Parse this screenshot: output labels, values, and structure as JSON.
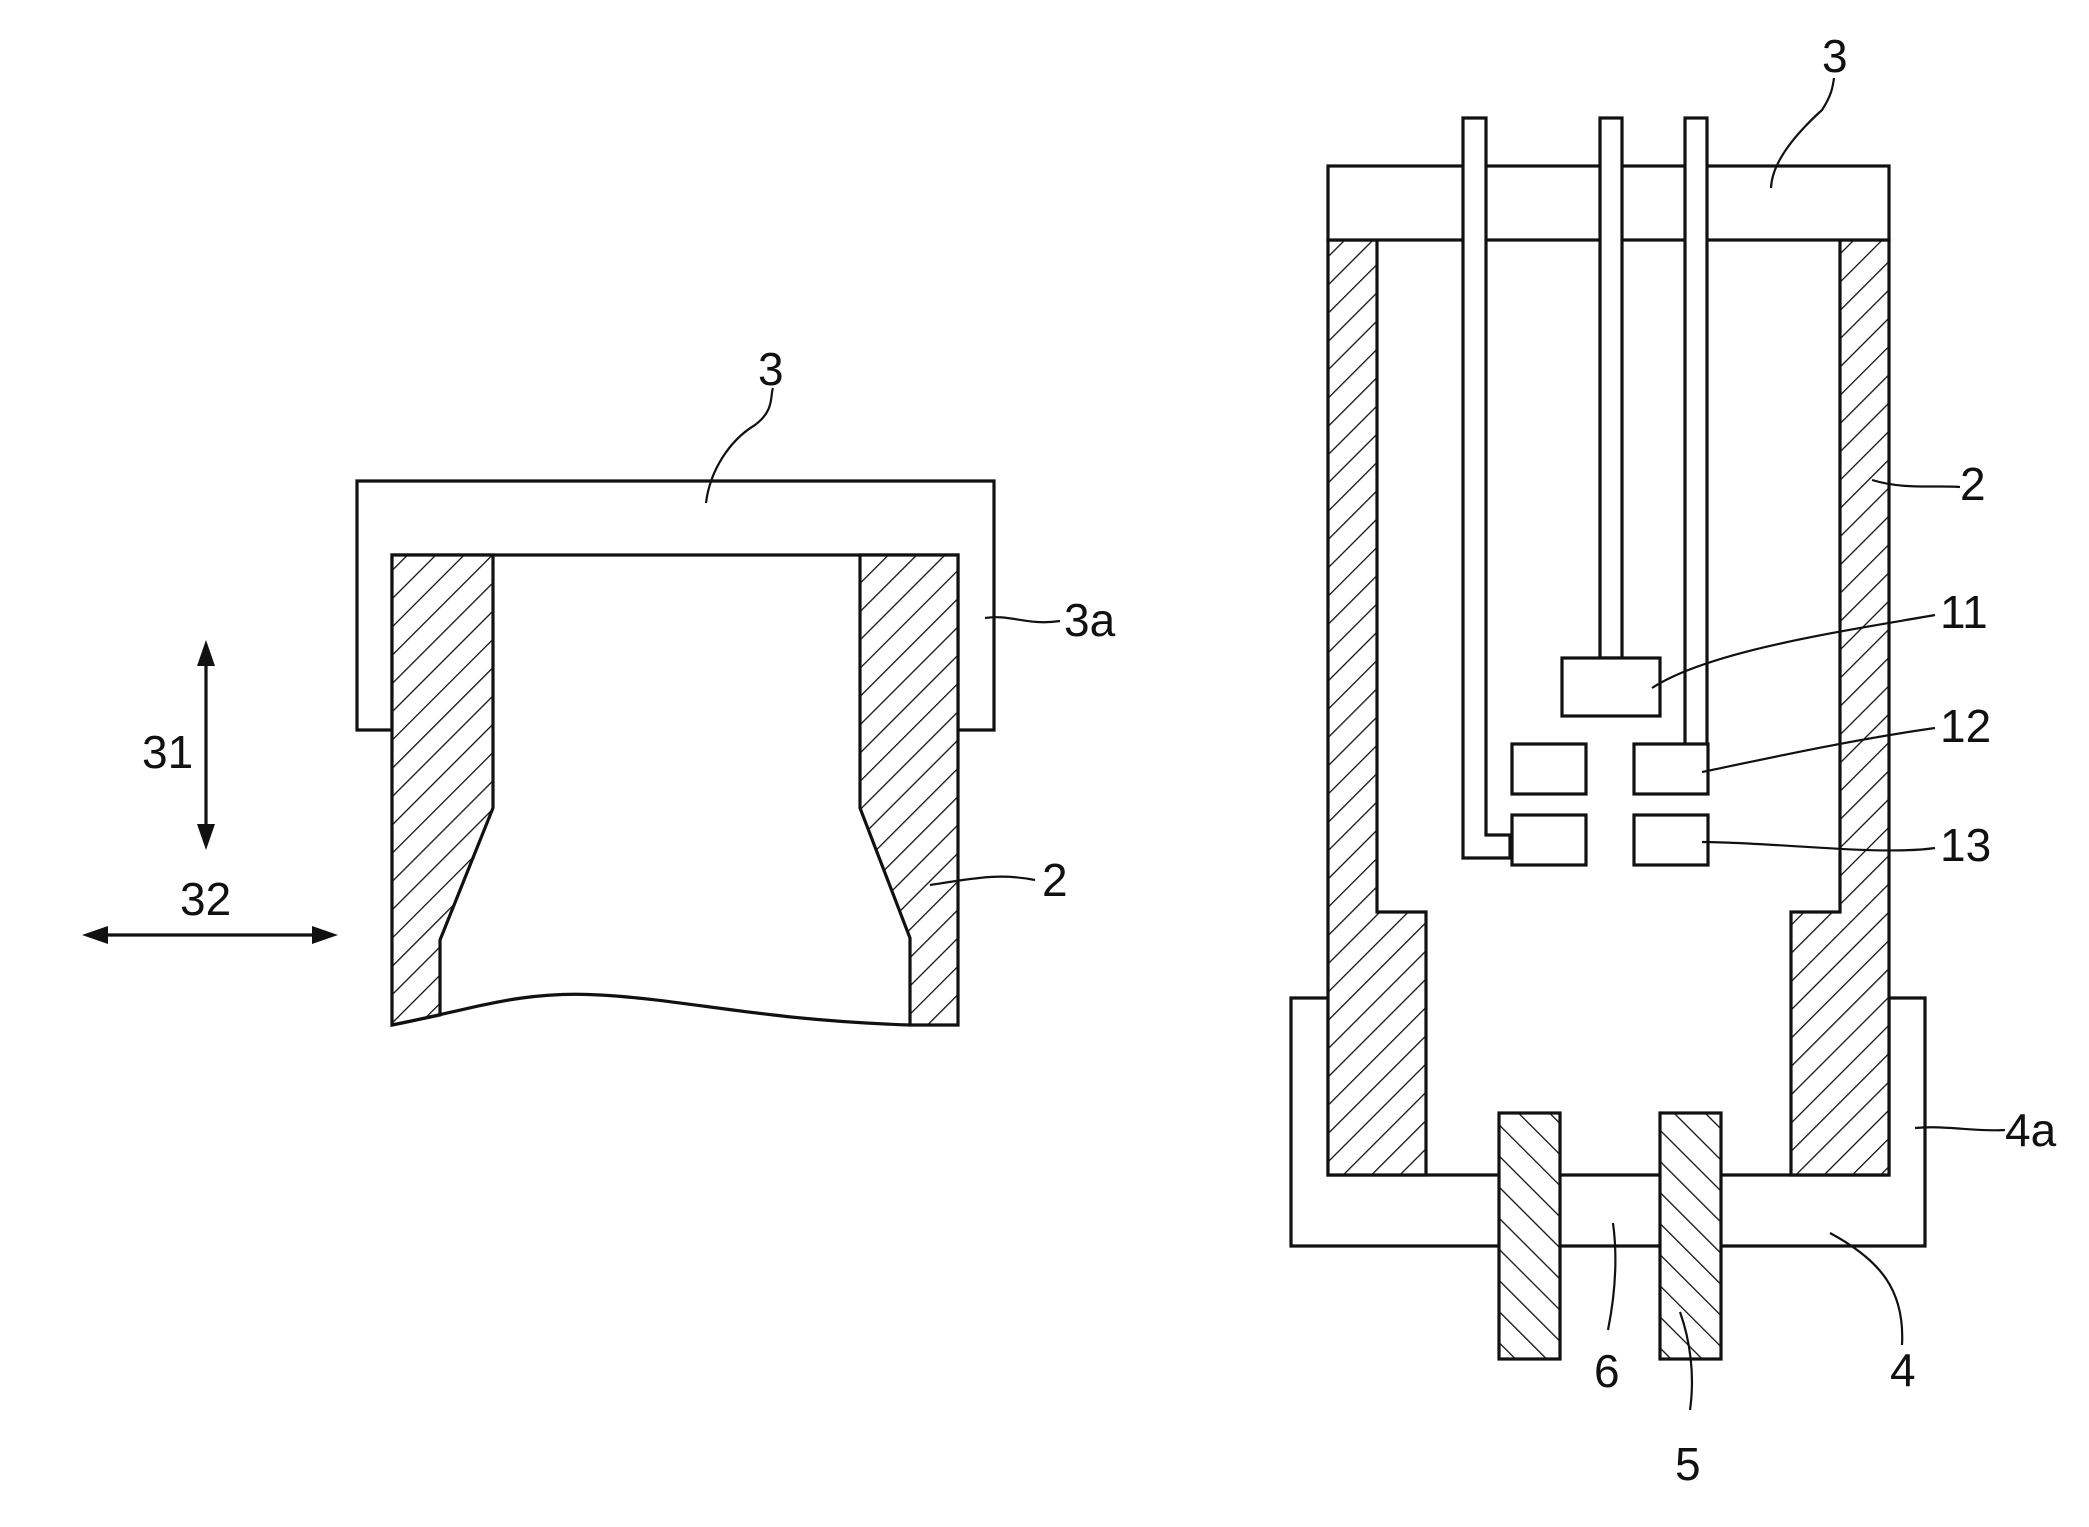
{
  "figure_left": {
    "labels": {
      "lid": "3",
      "lid_skirt": "3a",
      "body": "2",
      "axis_vertical": "31",
      "axis_horizontal": "32"
    }
  },
  "figure_right": {
    "labels": {
      "lid": "3",
      "body": "2",
      "part_11": "11",
      "part_12": "12",
      "part_13": "13",
      "base_skirt": "4a",
      "base": "4",
      "bottom_block": "5",
      "bottom_opening": "6"
    }
  },
  "colors": {
    "line": "#111111",
    "background": "#ffffff"
  }
}
